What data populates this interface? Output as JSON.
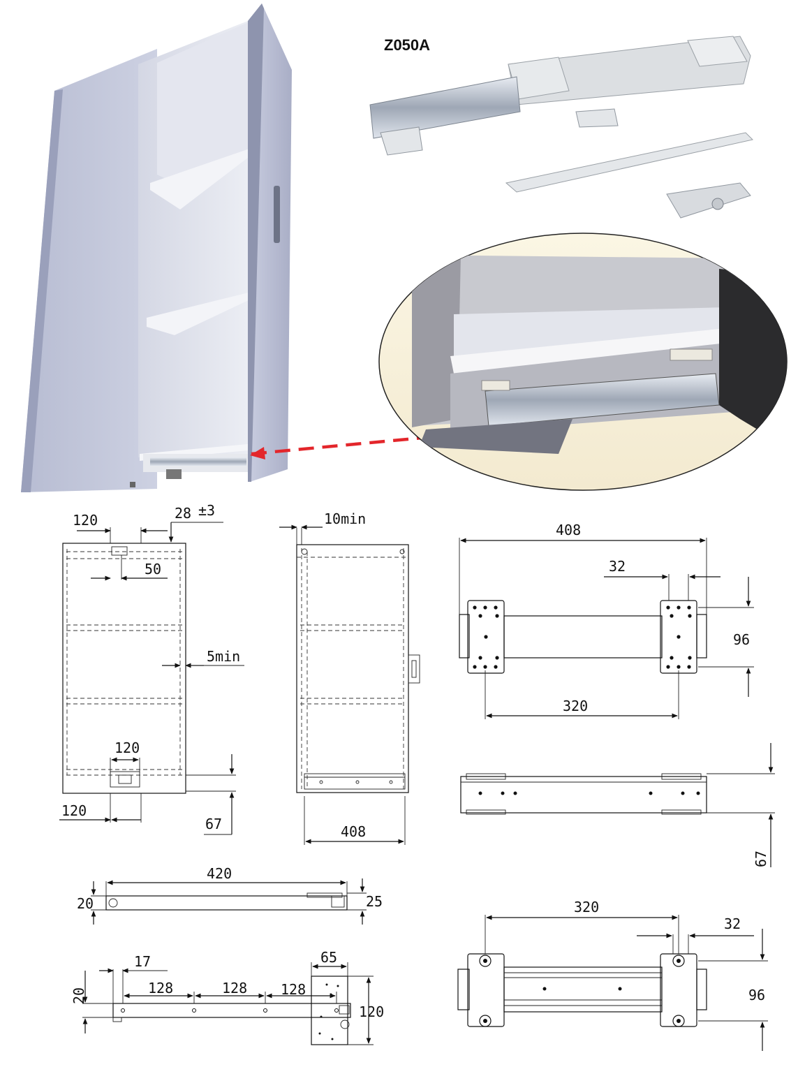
{
  "model_code": "Z050A",
  "front_view": {
    "top_gap": "120",
    "top_offset": "28",
    "top_offset_tol": "±3",
    "top_inset": "50",
    "side_clearance": "5min",
    "bottom_slot": "120",
    "bottom_offset": "120",
    "bottom_height": "67"
  },
  "side_view": {
    "back_clearance": "10min",
    "depth": "408"
  },
  "top_assembly": {
    "length": "408",
    "plate_width": "32",
    "height": "96",
    "hole_spacing": "320"
  },
  "side_assembly": {
    "height": "67"
  },
  "rail_view": {
    "length": "420",
    "left_height": "20",
    "right_height": "25"
  },
  "bracket_view": {
    "start": "17",
    "spacing": [
      "128",
      "128",
      "128"
    ],
    "height": "20",
    "plate_width": "65",
    "plate_height": "120"
  },
  "bottom_assembly": {
    "hole_spacing": "320",
    "plate_width": "32",
    "height": "96"
  }
}
